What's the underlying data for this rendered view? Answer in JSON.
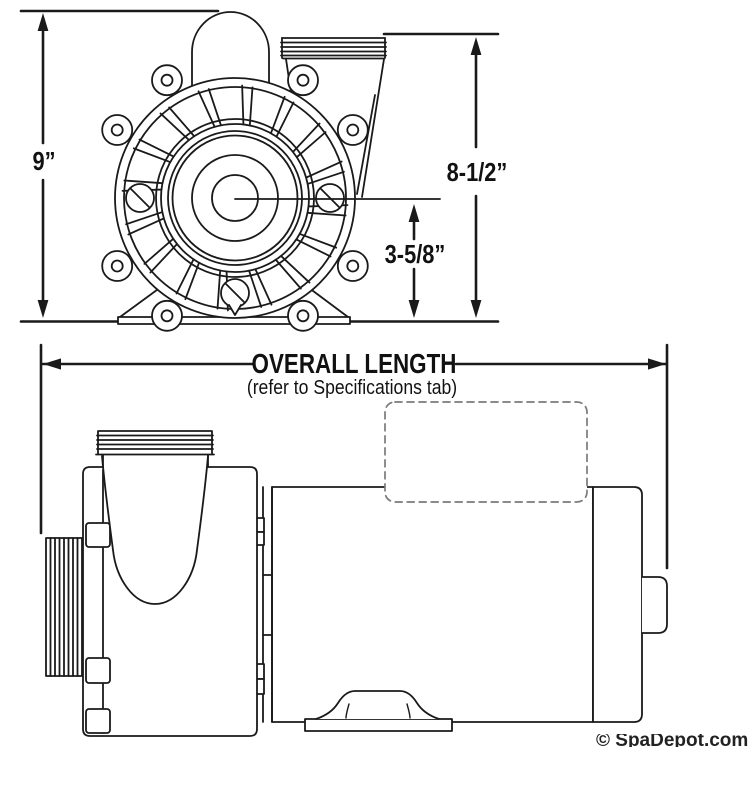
{
  "colors": {
    "line": "#1a1a1a",
    "dashed_box": "#7a7a7a",
    "background": "#ffffff",
    "watermark": "#222222"
  },
  "front_view": {
    "dim_height_total": "9”",
    "dim_height_discharge": "8-1/2”",
    "dim_height_centerline": "3-5/8”"
  },
  "length_dimension": {
    "label": "OVERALL LENGTH",
    "note": "(refer to Specifications tab)"
  },
  "watermark": {
    "text": "© SpaDepot.com"
  }
}
